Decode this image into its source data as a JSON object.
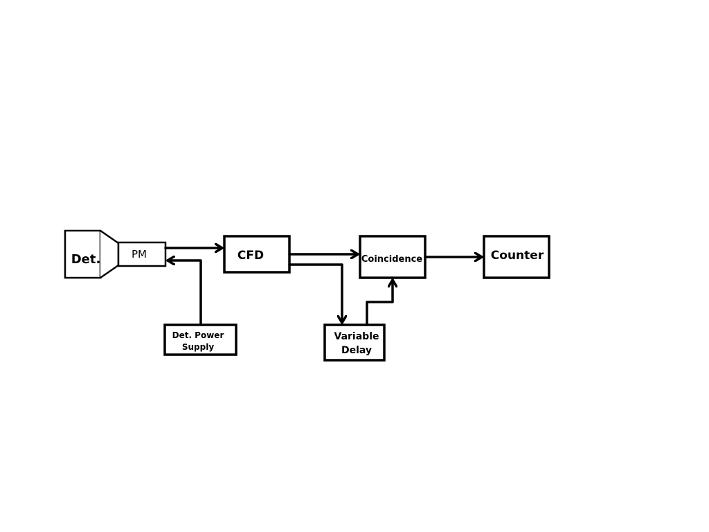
{
  "blocks": {
    "detector": {
      "label": "Det."
    },
    "pm": {
      "label": "PM"
    },
    "cfd": {
      "label": "CFD"
    },
    "coincidence": {
      "label": "Coincidence"
    },
    "counter": {
      "label": "Counter"
    },
    "power_supply": {
      "line1": "Det. Power",
      "line2": "Supply"
    },
    "variable_delay": {
      "line1": "Variable",
      "line2": "Delay"
    }
  },
  "colors": {
    "stroke": "#000000",
    "fill": "#ffffff"
  }
}
